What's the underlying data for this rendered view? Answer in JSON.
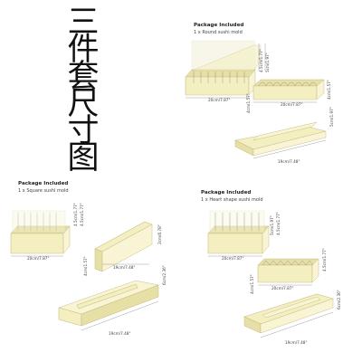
{
  "title": {
    "chars": [
      "三",
      "件",
      "套",
      "尺",
      "寸",
      "图"
    ]
  },
  "round": {
    "header": "Package Included",
    "item": "1 x Round sushi mold",
    "dims": {
      "box_len": "20cm/7.87\"",
      "box_width": "5cm/1.97\"",
      "box_height": "4.5cm/1.77\"",
      "divider_len": "20cm/7.87\"",
      "divider_height": "4cm/1.57\"",
      "divider_width": "4cm/1.57\"",
      "press_len": "19cm/7.48\"",
      "press_width": "5cm/1.97\""
    }
  },
  "square": {
    "header": "Package Included",
    "item": "1 x Square sushi mold",
    "dims": {
      "box_len": "20cm/7.87\"",
      "box_height": "4.5cm/1.77\"",
      "box_width": "4.5cm/1.77\"",
      "press_len": "19cm/7.48\"",
      "press_w1": "2cm/0.78\"",
      "press_w2": "4cm/1.57\"",
      "base_len": "19cm/7.48\"",
      "base_width": "6cm/2.36\""
    }
  },
  "heart": {
    "header": "Package Included",
    "item": "1 x Heart shape sushi mold",
    "dims": {
      "box_len": "20cm/7.87\"",
      "box_width": "5cm/1.97\"",
      "box_height": "4.5cm/1.77\"",
      "divider_len": "20cm/7.87\"",
      "divider_height": "4.5cm/1.77\"",
      "divider_width": "4cm/1.57\"",
      "press_len": "19cm/7.48\"",
      "press_width": "6cm/2.36\""
    }
  }
}
